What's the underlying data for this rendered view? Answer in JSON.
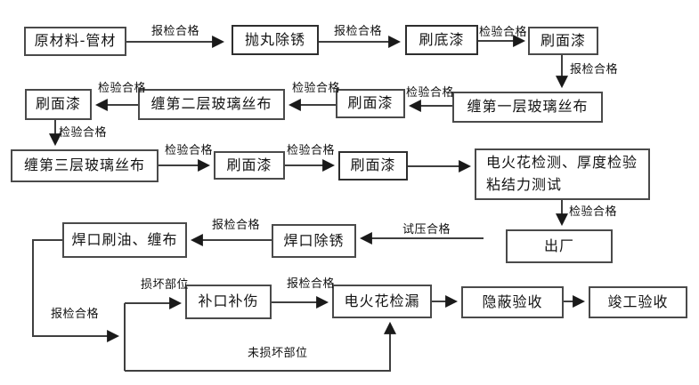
{
  "diagram": {
    "nodes": {
      "raw_material": "原材料-管材",
      "shot_blast": "抛丸除锈",
      "primer": "刷底漆",
      "topcoat_1": "刷面漆",
      "wrap_layer_1": "缠第一层玻璃丝布",
      "topcoat_2": "刷面漆",
      "wrap_layer_2": "缠第二层玻璃丝布",
      "topcoat_3": "刷面漆",
      "wrap_layer_3": "缠第三层玻璃丝布",
      "topcoat_4": "刷面漆",
      "topcoat_5": "刷面漆",
      "spark_thickness_test": "电火花检测、厚度检验\n粘结力测试",
      "factory_release": "出厂",
      "weld_derust": "焊口除锈",
      "weld_oil_wrap": "焊口刷油、缠布",
      "joint_repair": "补口补伤",
      "spark_leak_test": "电火花检漏",
      "concealed_acceptance": "隐蔽验收",
      "completion_acceptance": "竣工验收"
    },
    "edge_labels": {
      "raw_to_blast": "报检合格",
      "blast_to_primer": "报检合格",
      "primer_to_topcoat1": "检验合格",
      "topcoat1_to_wrap1": "报检合格",
      "wrap1_to_topcoat2": "检验合格",
      "topcoat2_to_wrap2": "检验合格",
      "wrap2_to_topcoat3": "检验合格",
      "topcoat3_to_wrap3": "检验合格",
      "wrap3_to_topcoat4": "检验合格",
      "topcoat4_to_topcoat5": "检验合格",
      "test_to_factory": "检验合格",
      "pressure_to_derust": "试压合格",
      "derust_to_oilwrap": "报检合格",
      "oilwrap_to_branch": "报检合格",
      "branch_to_repair": "损坏部位",
      "repair_to_leaktest": "报检合格",
      "branch_to_leaktest": "未损坏部位"
    },
    "colors": {
      "line": "#3f3f3f",
      "arrowhead": "#1a1a1a",
      "box_border": "#4a4a4a",
      "text": "#141414",
      "background": "#ffffff"
    }
  }
}
